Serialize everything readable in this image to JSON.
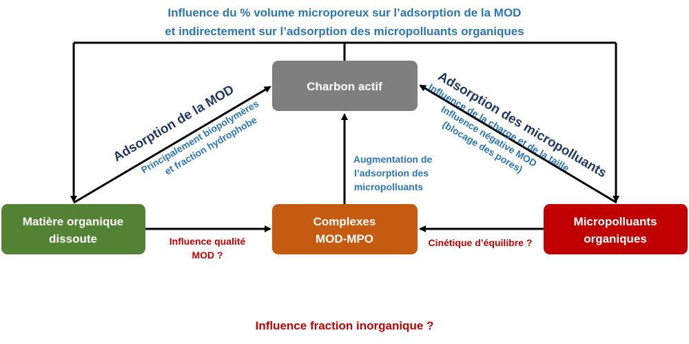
{
  "title": {
    "line1": "Influence du % volume microporeux sur l’adsorption de la MOD",
    "line2": "et indirectement sur l’adsorption des micropolluants organiques"
  },
  "nodes": {
    "charbon": {
      "label": "Charbon actif",
      "color": "#7F7F7F"
    },
    "mod": {
      "line1": "Matière organique",
      "line2": "dissoute",
      "color": "#548235"
    },
    "complexes": {
      "line1": "Complexes",
      "line2": "MOD-MPO",
      "color": "#C55A11"
    },
    "micro": {
      "line1": "Micropolluants",
      "line2": "organiques",
      "color": "#C00000"
    }
  },
  "edges": {
    "mod_to_charbon": {
      "label": "Adsorption de la MOD",
      "sub1": "Principalement biopolymères",
      "sub2": "et fraction hydrophobe"
    },
    "micro_to_charbon": {
      "label": "Adsorption des micropolluants",
      "sub1": "Influence de la charge et de la taille",
      "sub2": "Influence négative MOD",
      "sub3": "(blocage des pores)"
    },
    "complexes_to_charbon": {
      "line1": "Augmentation de",
      "line2": "l’adsorption des",
      "line3": "micropolluants"
    },
    "mod_to_complexes": {
      "line1": "Influence qualité",
      "line2": "MOD ?"
    },
    "micro_to_complexes": {
      "label": "Cinétique d’équilibre ?"
    }
  },
  "footer": "Influence fraction inorganique ?",
  "colors": {
    "title_blue": "#2E75B6",
    "edge_navy": "#1F3864",
    "question_red": "#C00000",
    "arrow": "#000000"
  }
}
